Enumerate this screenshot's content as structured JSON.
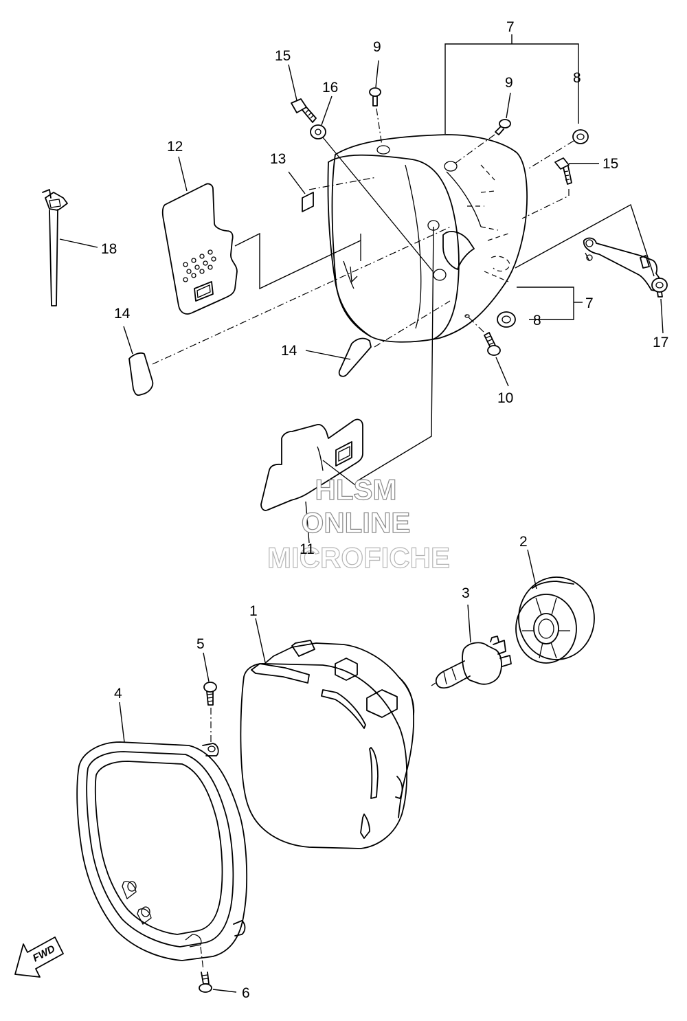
{
  "callouts": {
    "c1": "1",
    "c2": "2",
    "c3": "3",
    "c4": "4",
    "c5": "5",
    "c6": "6",
    "c7a": "7",
    "c7b": "7",
    "c8a": "8",
    "c8b": "8",
    "c9a": "9",
    "c9b": "9",
    "c10": "10",
    "c11": "11",
    "c12": "12",
    "c13": "13",
    "c14a": "14",
    "c14b": "14",
    "c15a": "15",
    "c15b": "15",
    "c16": "16",
    "c17": "17",
    "c18": "18"
  },
  "watermark": {
    "line1": "HLSM",
    "line2": "ONLINE",
    "line3": "MICROFICHE"
  },
  "fwd_label": "FWD",
  "icons": {
    "fwd": "fwd-arrow-icon"
  },
  "colors": {
    "line": "#000000",
    "background": "#ffffff",
    "watermark_outline": "#8a8a8a"
  }
}
